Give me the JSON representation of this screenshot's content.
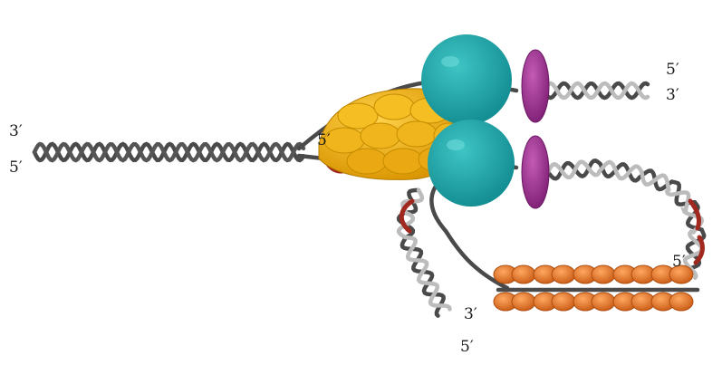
{
  "diagram": {
    "labels": {
      "left_3": "3′",
      "left_5": "5′",
      "helicase_5": "5′",
      "top_right_5": "5′",
      "top_right_3": "3′",
      "loop_5": "5′",
      "bottom_3": "3′",
      "bottom_5": "5′"
    },
    "colors": {
      "dna_dark": "#4a4a4a",
      "dna_light": "#b8b8b8",
      "primer": "#a0281e",
      "helicase": "#e8a812",
      "polymerase": "#1aa6a6",
      "clamp_loader": "#9c2a8c",
      "ssb": "#e07828"
    }
  }
}
